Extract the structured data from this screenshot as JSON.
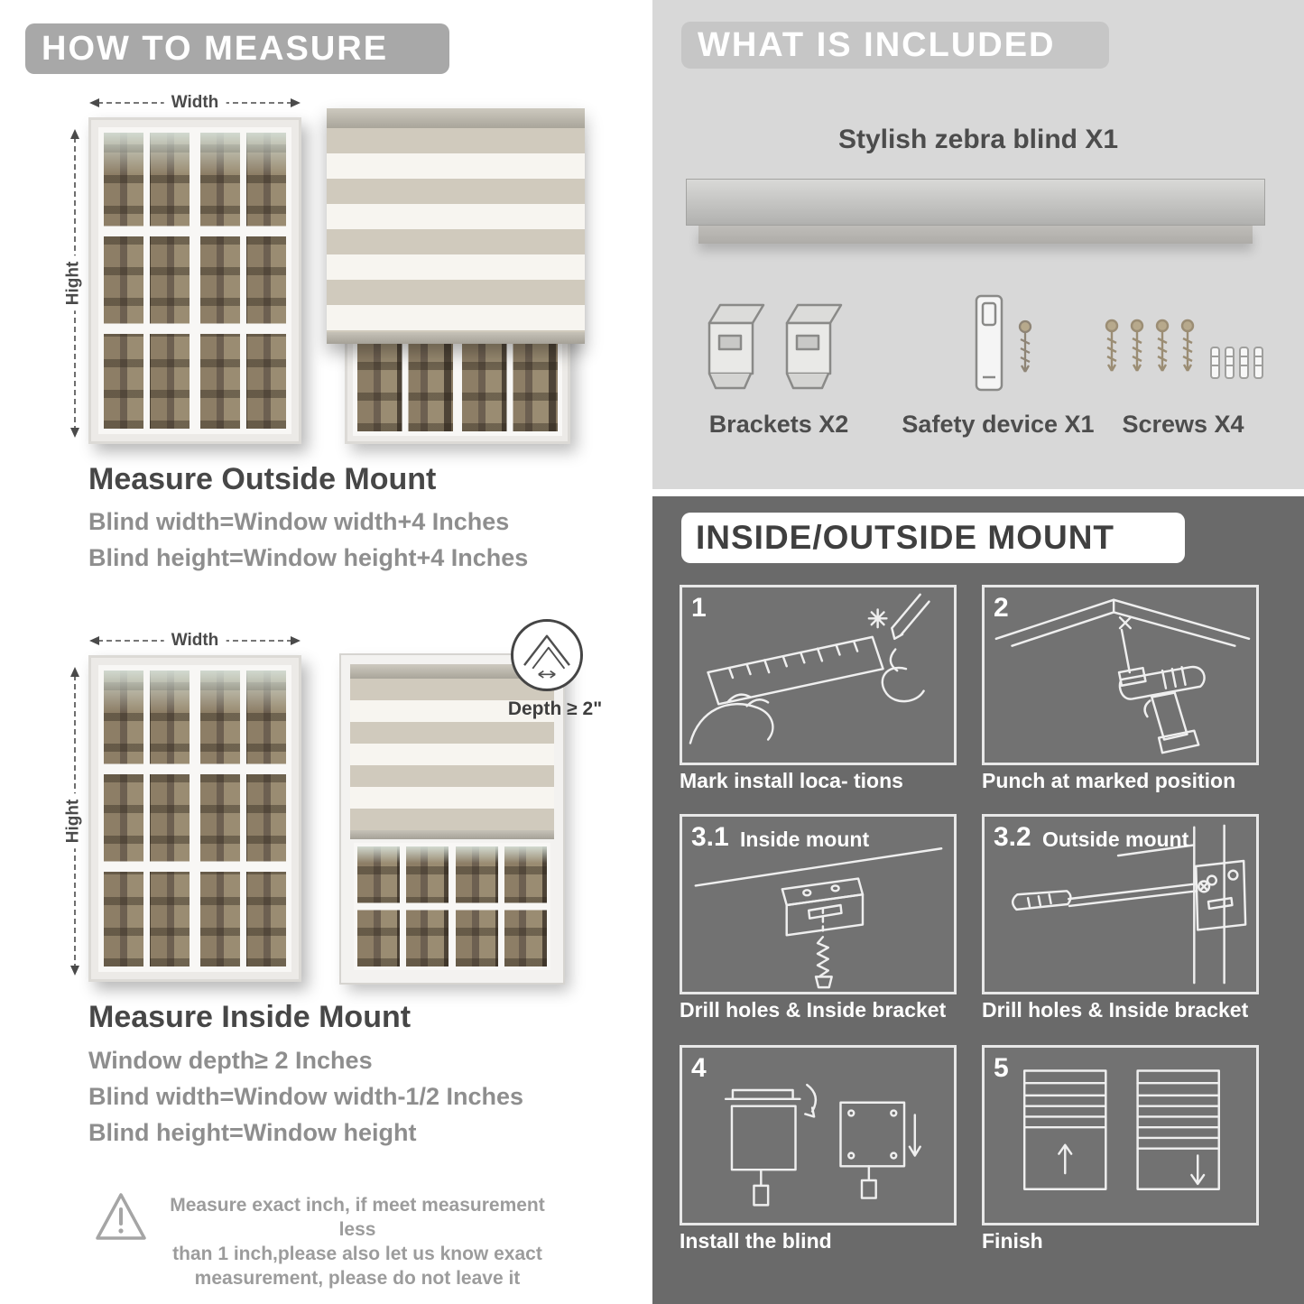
{
  "colors": {
    "header_badge": "#a8a8a8",
    "included_bg": "#d8d8d8",
    "mount_bg": "#6a6a6a",
    "heading_text": "#474747",
    "body_text": "#8e8e8e"
  },
  "left": {
    "header": "HOW TO MEASURE",
    "labels": {
      "width": "Width",
      "height": "Hight",
      "depth": "Depth ≥ 2\""
    },
    "outside_mount": {
      "heading": "Measure Outside Mount",
      "lines": [
        "Blind width=Window width+4 Inches",
        "Blind height=Window height+4 Inches"
      ]
    },
    "inside_mount": {
      "heading": "Measure Inside Mount",
      "lines": [
        "Window depth≥ 2 Inches",
        "Blind width=Window width-1/2 Inches",
        "Blind height=Window height"
      ]
    },
    "warning_lines": [
      "Measure exact inch, if meet measurement less",
      "than 1 inch,please also let us know exact",
      "measurement, please do not leave it"
    ]
  },
  "right": {
    "included": {
      "header": "WHAT IS INCLUDED",
      "product_label": "Stylish zebra blind X1",
      "items": [
        "Brackets X2",
        "Safety device X1",
        "Screws X4"
      ]
    },
    "mount": {
      "header": "INSIDE/OUTSIDE MOUNT",
      "steps": [
        {
          "num": "1",
          "title": "",
          "caption": "Mark install loca- tions"
        },
        {
          "num": "2",
          "title": "",
          "caption": "Punch at  marked position"
        },
        {
          "num": "3.1",
          "title": "Inside mount",
          "caption": "Drill holes &  Inside bracket"
        },
        {
          "num": "3.2",
          "title": "Outside mount",
          "caption": "Drill holes &  Inside bracket"
        },
        {
          "num": "4",
          "title": "",
          "caption": "Install the blind"
        },
        {
          "num": "5",
          "title": "",
          "caption": "Finish"
        }
      ]
    }
  }
}
